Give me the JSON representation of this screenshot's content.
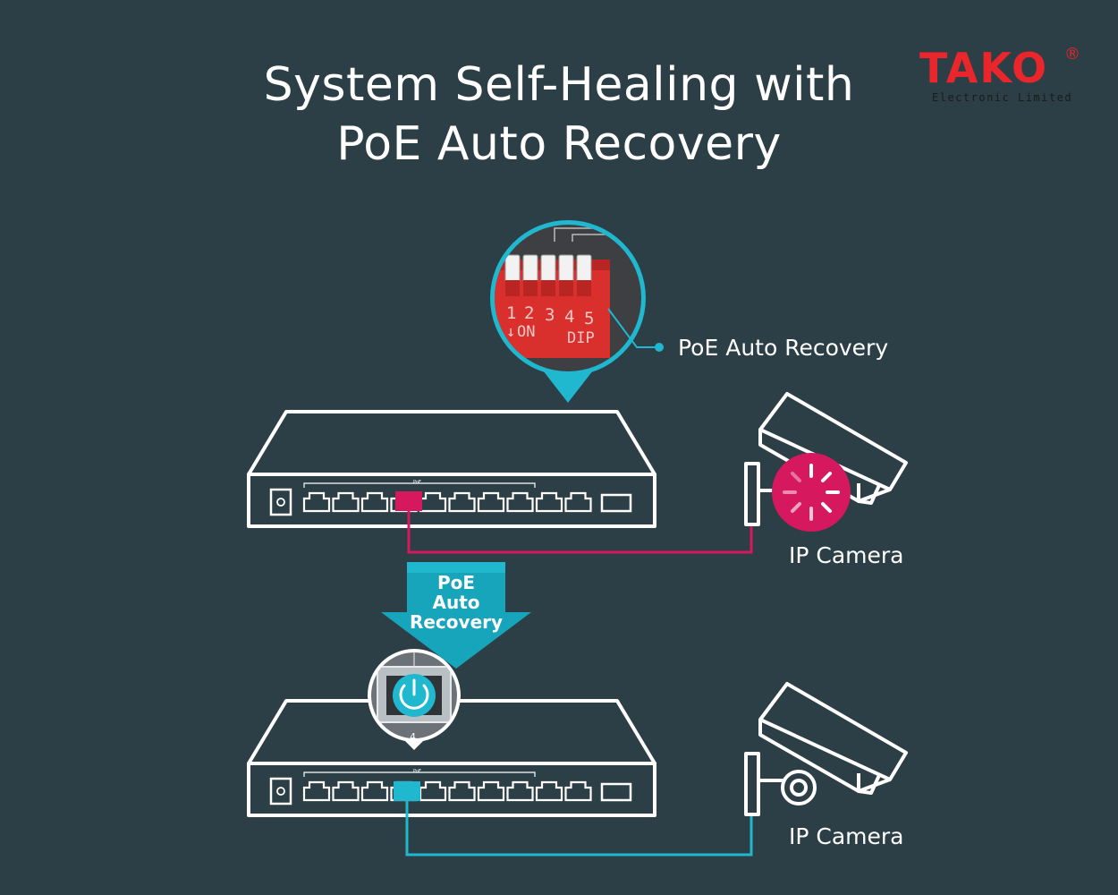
{
  "title_line1": "System Self-Healing with",
  "title_line2": "PoE Auto Recovery",
  "logo": {
    "word": "TAKO",
    "reg": "®",
    "subtitle": "Electronic Limited"
  },
  "callout_label": "PoE Auto Recovery",
  "dip_switch": {
    "numbers": [
      "1",
      "2",
      "3",
      "4",
      "5"
    ],
    "on_label": "ON",
    "dip_label": "DIP"
  },
  "camera_top_label": "IP Camera",
  "camera_bottom_label": "IP Camera",
  "arrow_label": [
    "PoE",
    "Auto",
    "Recovery"
  ],
  "port_marker": "4",
  "switch_poe_text": "PoE",
  "colors": {
    "background": "#2c3e46",
    "fault": "#d6185f",
    "recovered": "#1fb8cf",
    "dip_red": "#d9302e",
    "logo_red": "#e8262c"
  }
}
